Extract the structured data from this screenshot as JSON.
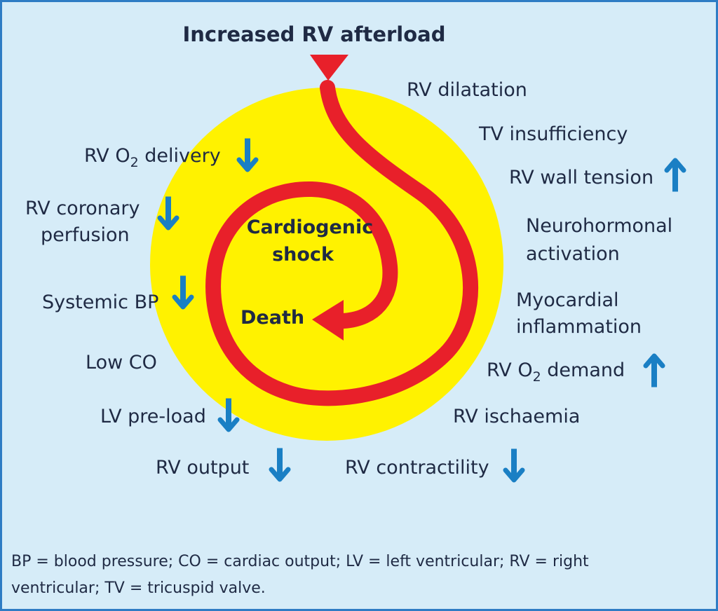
{
  "title": "Increased RV afterload",
  "center": {
    "line1": "Cardiogenic",
    "line2": "shock",
    "death": "Death"
  },
  "labels": {
    "rv_dilatation": "RV dilatation",
    "tv_insufficiency": "TV insufficiency",
    "rv_wall_tension": "RV wall tension",
    "neurohormonal_1": "Neurohormonal",
    "neurohormonal_2": "activation",
    "myocardial_1": "Myocardial",
    "myocardial_2": "inflammation",
    "rv_o2_demand_pre": "RV O",
    "rv_o2_demand_sub": "2",
    "rv_o2_demand_post": " demand",
    "rv_ischaemia": "RV ischaemia",
    "rv_contractility": "RV contractility",
    "rv_output": "RV output",
    "lv_preload": "LV pre-load",
    "low_co": "Low CO",
    "systemic_bp": "Systemic BP",
    "rv_coronary_1": "RV coronary",
    "rv_coronary_2": "perfusion",
    "rv_o2_delivery_pre": "RV O",
    "rv_o2_delivery_sub": "2",
    "rv_o2_delivery_post": " delivery"
  },
  "footnote": {
    "line1": "BP = blood pressure; CO = cardiac output; LV = left ventricular; RV = right",
    "line2": "ventricular;  TV = tricuspid valve."
  },
  "colors": {
    "background": "#d6ecf8",
    "border": "#2e7cc4",
    "circle": "#fff200",
    "spiral": "#e8202a",
    "arrow": "#1a7fc4",
    "text": "#1f2a44"
  },
  "arrow_icons": {
    "up": "arrow-up-icon",
    "down": "arrow-down-icon"
  }
}
